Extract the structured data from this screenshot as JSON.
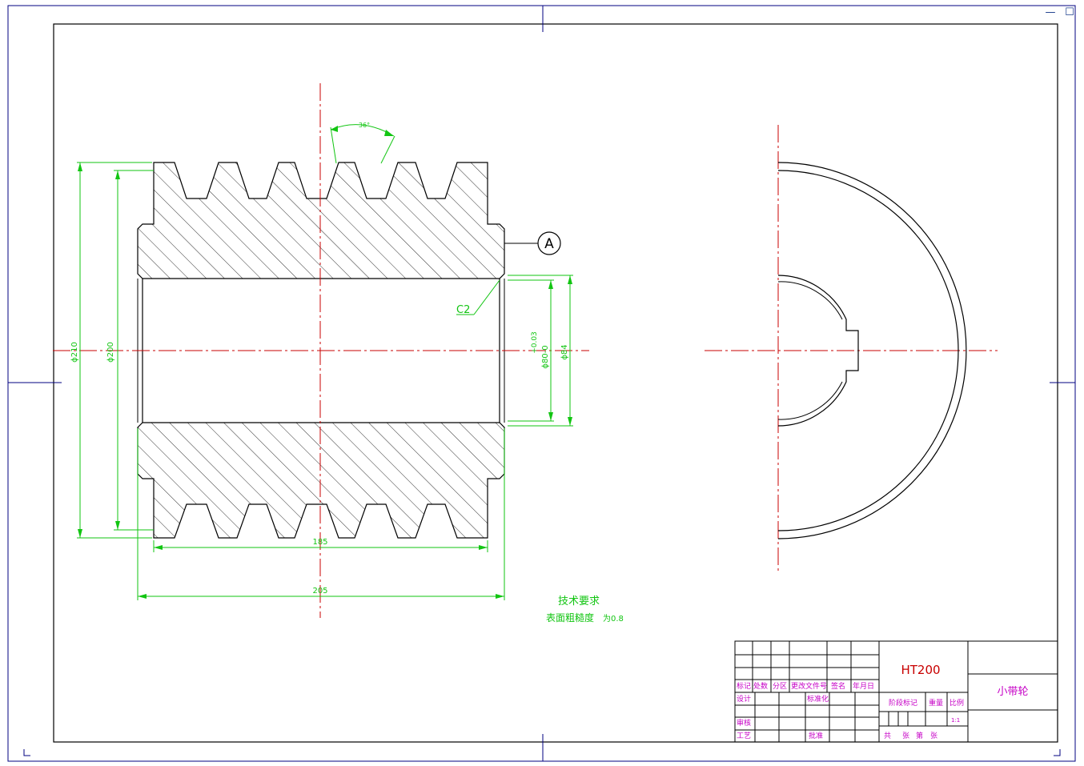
{
  "window_controls": {
    "minimize_glyph": "—",
    "maximize_glyph": "☐",
    "close_glyph": "✕"
  },
  "colors": {
    "outline": "#000000",
    "centerline": "#c80000",
    "dimension": "#12c512",
    "frame": "#000080",
    "titleblock_text": "#c600c6",
    "titleblock_red": "#c80000"
  },
  "drawing": {
    "dimensions": {
      "outer_diameter": "ϕ210",
      "groove_diameter": "ϕ200",
      "bore_diameter": "ϕ80-0",
      "bore_tolerance": "+0.03",
      "chamfer_diameter": "ϕ84",
      "inner_length": "185",
      "total_length": "205",
      "groove_angle": "36°",
      "chamfer": "C2"
    },
    "datum_label": "A",
    "tech_requirements_title": "技术要求",
    "tech_requirements_text": "表面粗糙度",
    "tech_requirements_value": "为0.8"
  },
  "title_block": {
    "material": "HT200",
    "part_name": "小带轮",
    "scale_value": "1:1",
    "headers": {
      "mark": "标记",
      "count": "处数",
      "zone": "分区",
      "change_doc": "更改文件号",
      "signature": "签名",
      "date": "年月日",
      "design": "设计",
      "standardize": "标准化",
      "review": "审核",
      "process": "工艺",
      "approve": "批准",
      "stage_mark": "阶段标记",
      "weight": "重量",
      "scale": "比例",
      "sheets_total": "共",
      "sheets_unit": "张",
      "sheet_no": "第",
      "sheet_unit2": "张"
    }
  }
}
